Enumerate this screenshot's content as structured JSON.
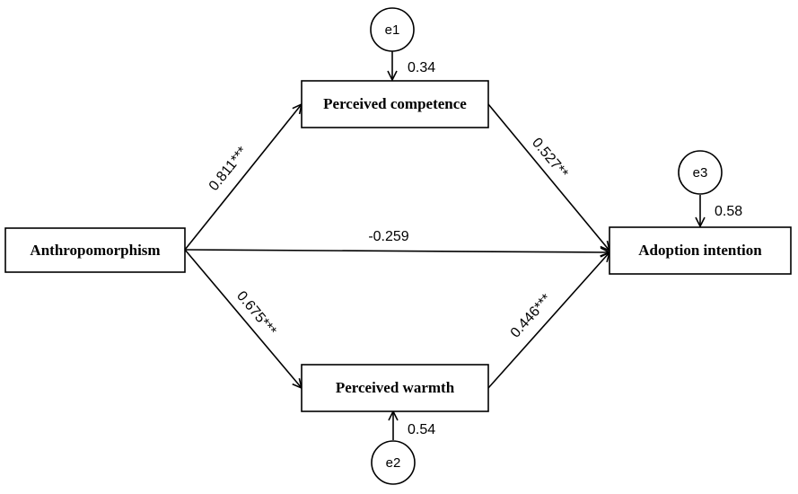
{
  "nodes": {
    "anthropomorphism": "Anthropomorphism",
    "perceived_competence": "Perceived competence",
    "perceived_warmth": "Perceived warmth",
    "adoption_intention": "Adoption intention"
  },
  "errors": {
    "e1": {
      "label": "e1",
      "variance": "0.34"
    },
    "e2": {
      "label": "e2",
      "variance": "0.54"
    },
    "e3": {
      "label": "e3",
      "variance": "0.58"
    }
  },
  "paths": {
    "anthro_to_competence": "0.811***",
    "anthro_to_warmth": "0.675***",
    "competence_to_adoption": "0.527**",
    "warmth_to_adoption": "0.446***",
    "anthro_to_adoption": "-0.259"
  },
  "colors": {
    "stroke": "#000000",
    "background": "#ffffff"
  }
}
